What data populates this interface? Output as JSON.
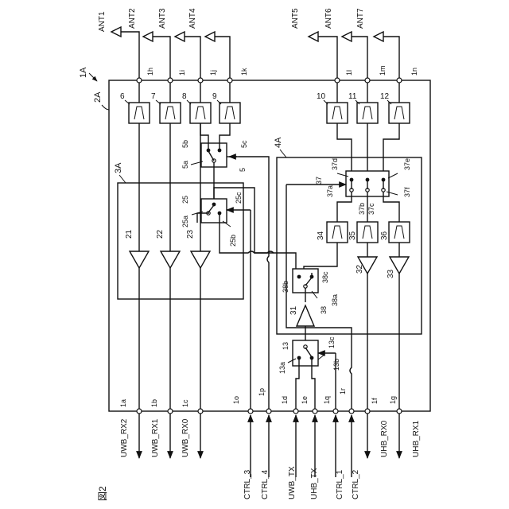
{
  "figure_label": "図2",
  "module": {
    "id": "1A",
    "substrate": "2A"
  },
  "antennas": [
    "ANT1",
    "ANT2",
    "ANT3",
    "ANT4",
    "ANT5",
    "ANT6",
    "ANT7"
  ],
  "antenna_terminals": [
    "1h",
    "1i",
    "1j",
    "1k",
    "1l",
    "1m",
    "1n"
  ],
  "filters": [
    "6",
    "7",
    "8",
    "9",
    "10",
    "11",
    "12",
    "34",
    "35",
    "36"
  ],
  "circuit_blocks": [
    "3A",
    "4A"
  ],
  "switch_5": {
    "id": "5",
    "ports": [
      "5a",
      "5b",
      "5c"
    ]
  },
  "switch_25": {
    "id": "25",
    "ports": [
      "25a",
      "25b",
      "25c"
    ]
  },
  "switch_37": {
    "id": "37",
    "ports": [
      "37a",
      "37b",
      "37c",
      "37d",
      "37e",
      "37f"
    ]
  },
  "switch_38": {
    "id": "38",
    "ports": [
      "38a",
      "38b",
      "38c"
    ]
  },
  "switch_13": {
    "id": "13",
    "ports": [
      "13a",
      "13b",
      "13c"
    ]
  },
  "amplifiers": [
    "21",
    "22",
    "23",
    "31",
    "32",
    "33"
  ],
  "bottom_terminals": [
    "1a",
    "1b",
    "1c",
    "1o",
    "1p",
    "1d",
    "1e",
    "1q",
    "1r",
    "1f",
    "1g"
  ],
  "signals": [
    "UWB_RX2",
    "UWB_RX1",
    "UWB_RX0",
    "CTRL_3",
    "CTRL_4",
    "UWB_TX",
    "UHB_TX",
    "CTRL_1",
    "CTRL_2",
    "UHB_RX0",
    "UHB_RX1"
  ]
}
